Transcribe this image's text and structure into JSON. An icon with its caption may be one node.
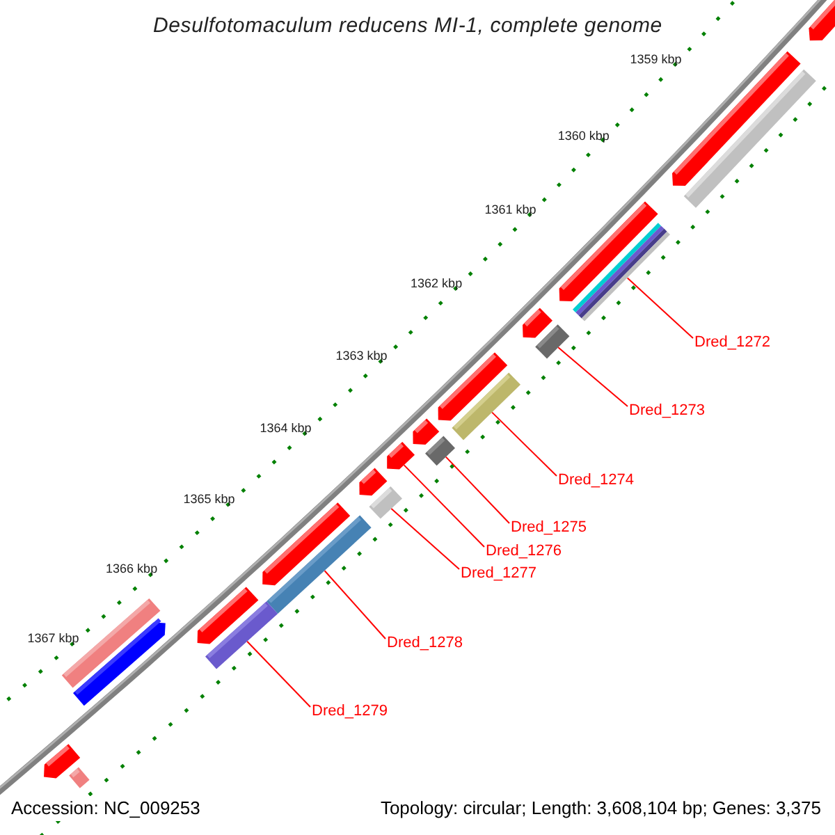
{
  "diagram": {
    "title": "Desulfotomaculum reducens MI-1, complete genome",
    "nodes": [
      {
        "text": [
          "Dred_1272"
        ]
      },
      {
        "text": [
          "Dred_1273"
        ]
      },
      {
        "text": [
          "Dred_1274"
        ]
      },
      {
        "text": [
          "Dred_1275"
        ]
      },
      {
        "text": [
          "Dred_1276"
        ]
      },
      {
        "text": [
          "Dred_1277"
        ]
      },
      {
        "text": [
          "Dred_1278"
        ]
      },
      {
        "text": [
          "Dred_1279"
        ]
      },
      {
        "text": [],
        "shape": "bar"
      },
      {
        "text": [],
        "shape": "bar"
      },
      {
        "text": [],
        "shape": "bar"
      },
      {
        "text": [],
        "shape": "bar"
      },
      {
        "text": [],
        "shape": "bar"
      },
      {
        "text": [],
        "shape": "bar"
      },
      {
        "text": [],
        "shape": "bar"
      },
      {
        "text": [],
        "shape": "bar"
      },
      {
        "text": [],
        "shape": "bar"
      },
      {
        "text": [],
        "shape": "bar"
      },
      {
        "text": [],
        "shape": "bar"
      },
      {
        "text": [],
        "shape": "bar"
      },
      {
        "text": [],
        "shape": "bar"
      },
      {
        "text": [],
        "shape": "bar"
      },
      {
        "text": [],
        "shape": "bar"
      },
      {
        "text": [],
        "shape": "bar"
      },
      {
        "text": [],
        "shape": "bar"
      },
      {
        "text": [],
        "shape": "bar"
      },
      {
        "text": [],
        "shape": "bar"
      },
      {
        "text": [],
        "shape": "bar"
      },
      {
        "text": [],
        "shape": "bar"
      },
      {
        "text": [],
        "shape": "bar"
      }
    ],
    "edges": [
      {
        "from": 0,
        "to": 12,
        "arrow": "none"
      },
      {
        "from": 1,
        "to": 14,
        "arrow": "none"
      },
      {
        "from": 2,
        "to": 16,
        "arrow": "none"
      },
      {
        "from": 3,
        "to": 18,
        "arrow": "none"
      },
      {
        "from": 4,
        "to": 19,
        "arrow": "none"
      },
      {
        "from": 5,
        "to": 21,
        "arrow": "none"
      },
      {
        "from": 6,
        "to": 23,
        "arrow": "none"
      },
      {
        "from": 7,
        "to": 25,
        "arrow": "none"
      }
    ],
    "labels": [
      "1359 kbp",
      "1360 kbp",
      "1361 kbp",
      "1362 kbp",
      "1363 kbp",
      "1364 kbp",
      "1365 kbp",
      "1366 kbp",
      "1367 kbp",
      "Accession: NC_009253",
      "Topology: circular; Length: 3,608,104 bp; Genes: 3,375"
    ]
  }
}
